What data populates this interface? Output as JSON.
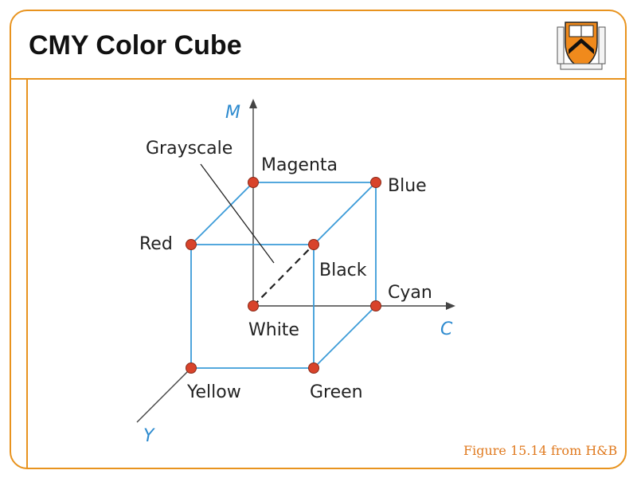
{
  "slide": {
    "title": "CMY Color Cube",
    "caption": "Figure 15.14 from H&B"
  },
  "logo": {
    "icon": "princeton-shield-icon"
  },
  "diagram": {
    "axes": {
      "m": "M",
      "c": "C",
      "y": "Y"
    },
    "grayscale_label": "Grayscale",
    "vertices": {
      "magenta": "Magenta",
      "blue": "Blue",
      "red": "Red",
      "black": "Black",
      "cyan": "Cyan",
      "white": "White",
      "yellow": "Yellow",
      "green": "Green"
    }
  },
  "colors": {
    "frame": "#e8931e",
    "edge": "#3b9bd8",
    "vertex": "#d8432b",
    "axis_label": "#2e8bcf",
    "caption": "#e07a1f"
  }
}
